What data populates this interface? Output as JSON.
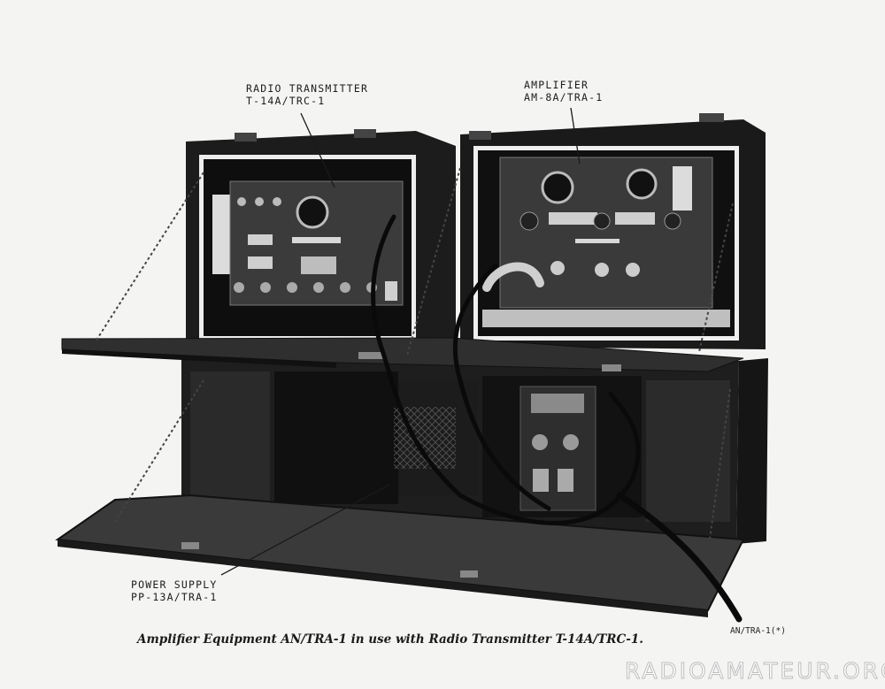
{
  "labels": {
    "transmitter": {
      "line1": "RADIO TRANSMITTER",
      "line2": "T-14A/TRC-1"
    },
    "amplifier": {
      "line1": "AMPLIFIER",
      "line2": "AM-8A/TRA-1"
    },
    "power_supply": {
      "line1": "POWER SUPPLY",
      "line2": "PP-13A/TRA-1"
    }
  },
  "caption": "Amplifier Equipment AN/TRA-1 in use with Radio Transmitter T-14A/TRC-1.",
  "figure_code": "AN/TRA-1(*)",
  "watermark": "RADIOAMATEUR.ORG"
}
